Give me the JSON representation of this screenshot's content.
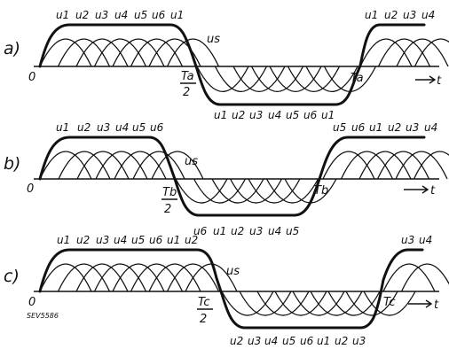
{
  "panels": [
    {
      "label": "a)",
      "origin": "0",
      "half": "Ta/2",
      "half_num": "Ta",
      "half_den": "2",
      "period": "Ta",
      "envelope": "us",
      "time": "t",
      "top_labels_left": [
        "u1",
        "u2",
        "u3",
        "u4",
        "u5",
        "u6",
        "u1"
      ],
      "bottom_labels": [
        "u1",
        "u2",
        "u3",
        "u4",
        "u5",
        "u6",
        "u1"
      ],
      "top_labels_right": [
        "u1",
        "u2",
        "u3",
        "u4"
      ]
    },
    {
      "label": "b)",
      "origin": "0",
      "half_num": "Tb",
      "half_den": "2",
      "period": "Tb",
      "envelope": "us",
      "time": "t",
      "top_labels_left": [
        "u1",
        "u2",
        "u3",
        "u4",
        "u5",
        "u6"
      ],
      "bottom_labels": [
        "u6",
        "u1",
        "u2",
        "u3",
        "u4",
        "u5"
      ],
      "top_labels_right": [
        "u5",
        "u6",
        "u1",
        "u2",
        "u3",
        "u4"
      ]
    },
    {
      "label": "c)",
      "origin": "0",
      "half_num": "Tc",
      "half_den": "2",
      "period": "Tc",
      "envelope": "us",
      "time": "t",
      "top_labels_left": [
        "u1",
        "u2",
        "u3",
        "u4",
        "u5",
        "u6",
        "u1",
        "u2"
      ],
      "bottom_labels": [
        "u2",
        "u3",
        "u4",
        "u5",
        "u6",
        "u1",
        "u2",
        "u3"
      ],
      "top_labels_right": [
        "u3",
        "u4"
      ]
    }
  ],
  "figure_code": "SEV5586"
}
